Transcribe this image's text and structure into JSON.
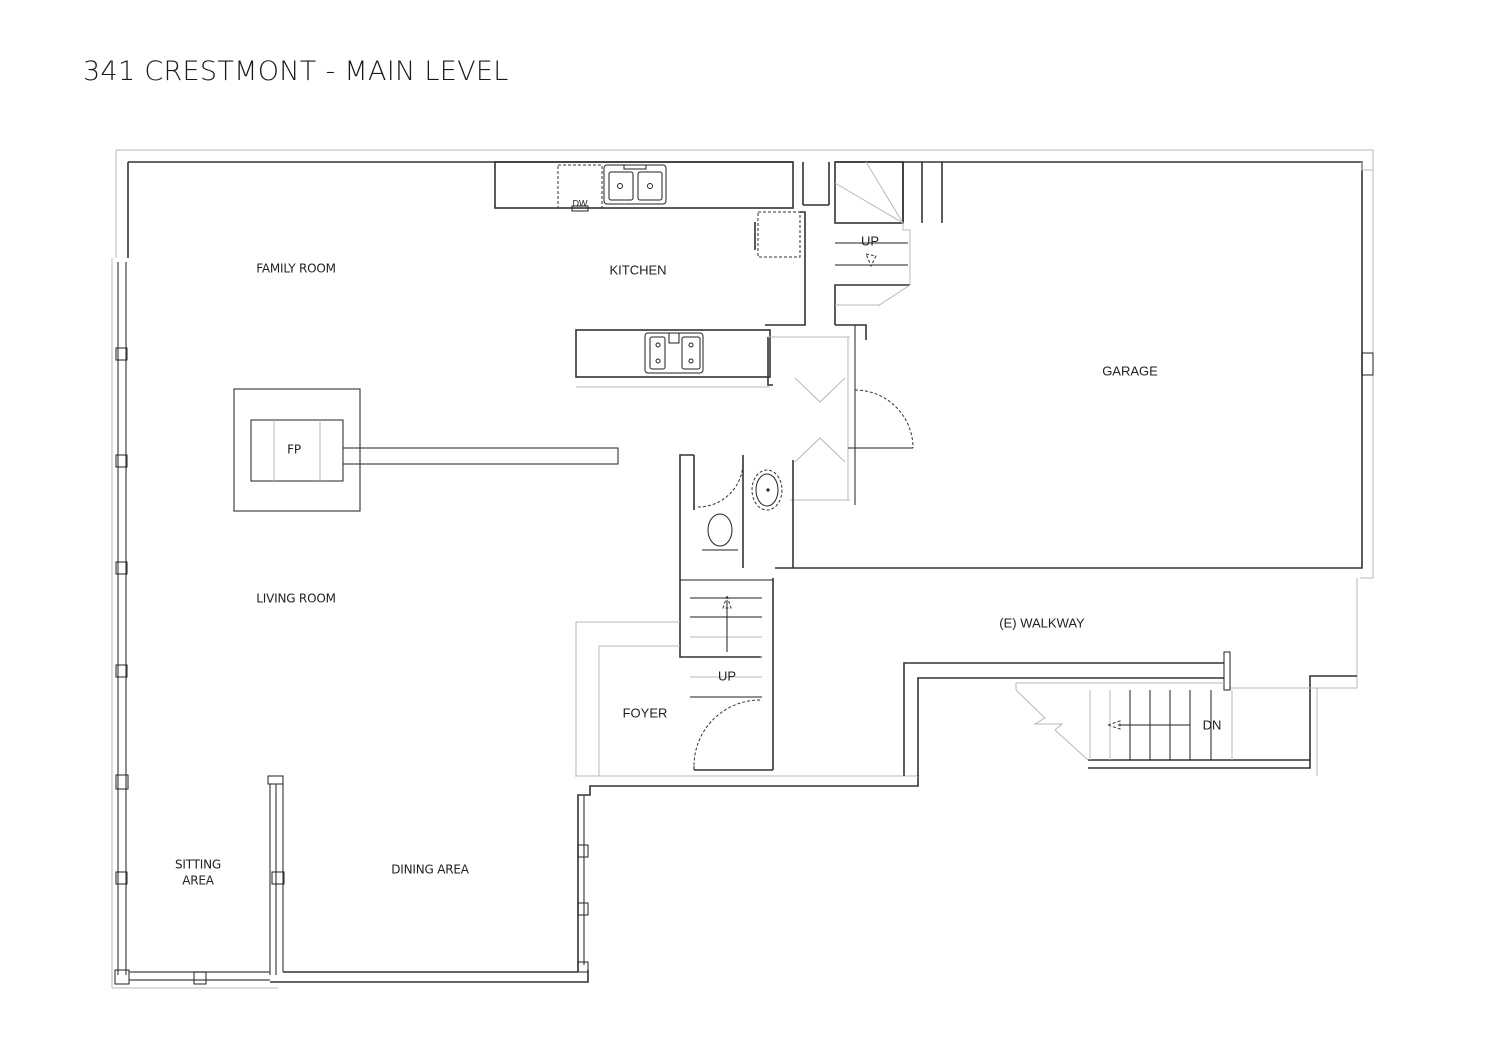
{
  "title": "341 CRESTMONT - MAIN LEVEL",
  "rooms": {
    "family_room": "FAMILY ROOM",
    "kitchen": "KITCHEN",
    "fireplace": "FP",
    "living_room": "LIVING ROOM",
    "sitting_area_line1": "SITTING",
    "sitting_area_line2": "AREA",
    "dining_area": "DINING AREA",
    "foyer": "FOYER",
    "garage": "GARAGE",
    "walkway": "(E) WALKWAY"
  },
  "fixtures": {
    "dishwasher": "DW"
  },
  "stairs": {
    "garage_stair": "UP",
    "foyer_stair": "UP",
    "walkway_stair": "DN"
  }
}
